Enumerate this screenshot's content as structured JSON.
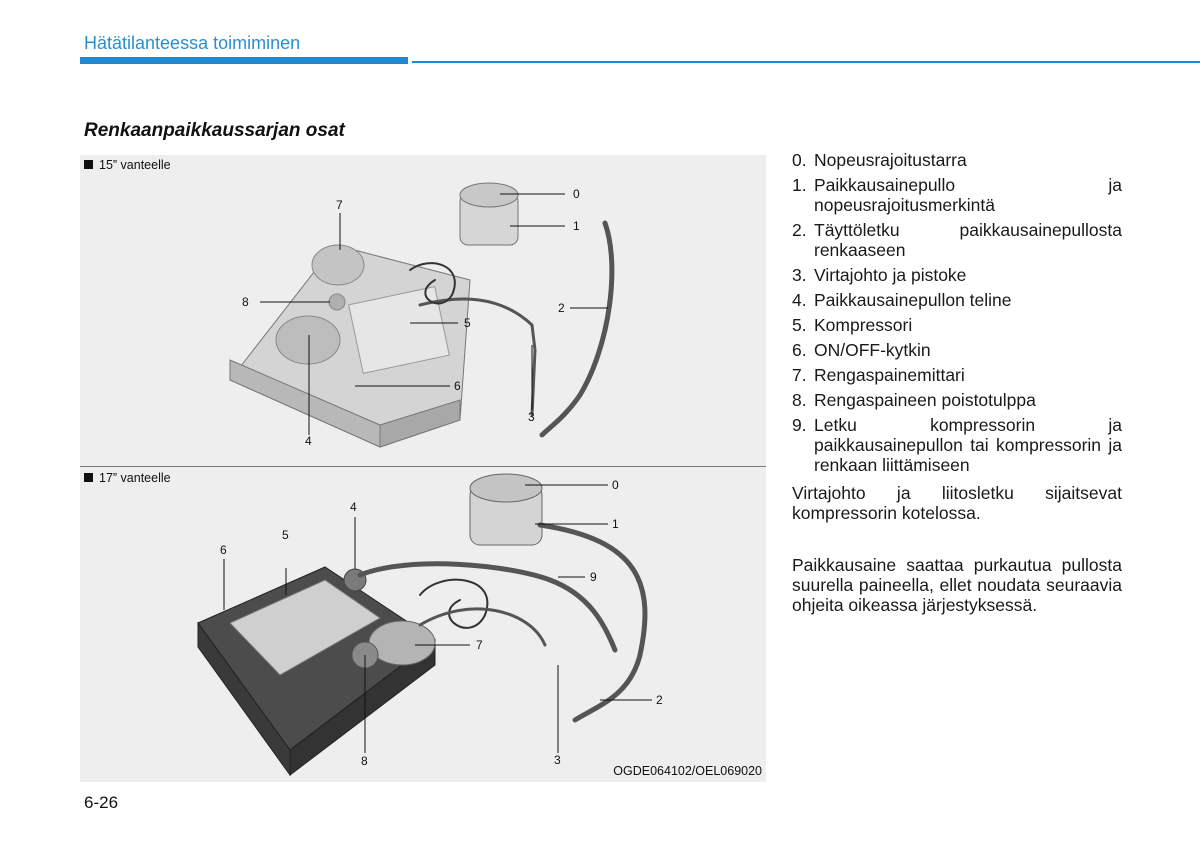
{
  "header": {
    "section_title": "Hätätilanteessa toimiminen"
  },
  "subheading": "Renkaanpaikkaussarjan osat",
  "figure": {
    "panel_top_label": "15” vanteelle",
    "panel_bottom_label": "17” vanteelle",
    "code": "OGDE064102/OEL069020",
    "callouts_top": [
      "0",
      "1",
      "2",
      "3",
      "4",
      "5",
      "6",
      "7",
      "8"
    ],
    "callouts_bottom": [
      "0",
      "1",
      "2",
      "3",
      "4",
      "5",
      "6",
      "7",
      "8",
      "9"
    ]
  },
  "legend": [
    {
      "num": "0.",
      "text": "Nopeusrajoitustarra"
    },
    {
      "num": "1.",
      "text": "Paikkausainepullo ja nopeusrajoitusmerkintä"
    },
    {
      "num": "2.",
      "text": "Täyttöletku paikkausainepullosta renkaaseen"
    },
    {
      "num": "3.",
      "text": "Virtajohto ja pistoke"
    },
    {
      "num": "4.",
      "text": "Paikkausainepullon teline"
    },
    {
      "num": "5.",
      "text": "Kompressori"
    },
    {
      "num": "6.",
      "text": "ON/OFF-kytkin"
    },
    {
      "num": "7.",
      "text": "Rengaspainemittari"
    },
    {
      "num": "8.",
      "text": "Rengaspaineen poistotulppa"
    },
    {
      "num": "9.",
      "text": "Letku kompressorin ja paikkausainepullon tai kompressorin ja renkaan liittämiseen"
    }
  ],
  "paragraph_1": "Virtajohto ja liitosletku sijaitsevat kompressorin kotelossa.",
  "paragraph_2": "Paikkausaine saattaa purkautua pullosta suurella paineella, ellet noudata seuraavia ohjeita oikeassa järjestyksessä.",
  "page_number": "6-26",
  "colors": {
    "accent": "#1f8ad2",
    "figure_bg": "#eeeeee"
  }
}
